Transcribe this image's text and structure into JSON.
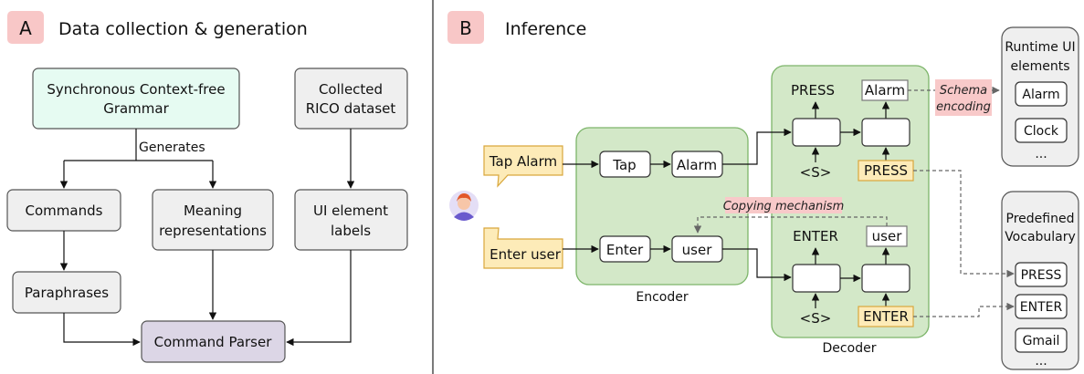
{
  "panel_a": {
    "letter": "A",
    "title": "Data collection & generation",
    "scfg": [
      "Synchronous Context-free",
      "Grammar"
    ],
    "rico": [
      "Collected",
      "RICO dataset"
    ],
    "generates": "Generates",
    "commands": "Commands",
    "meaning": [
      "Meaning",
      "representations"
    ],
    "ui_labels": [
      "UI element",
      "labels"
    ],
    "paraphrases": "Paraphrases",
    "parser": "Command Parser"
  },
  "panel_b": {
    "letter": "B",
    "title": "Inference",
    "input_1": "Tap Alarm",
    "input_2": "Enter user",
    "enc_tap": "Tap",
    "enc_alarm": "Alarm",
    "enc_enter": "Enter",
    "enc_user": "user",
    "encoder_label": "Encoder",
    "decoder_label": "Decoder",
    "press_out": "PRESS",
    "alarm_out": "Alarm",
    "start_token_1": "<S>",
    "press_in": "PRESS",
    "enter_out": "ENTER",
    "user_out": "user",
    "start_token_2": "<S>",
    "enter_in": "ENTER",
    "schema_note": [
      "Schema",
      "encoding"
    ],
    "copying_note": "Copying mechanism",
    "runtime_title": [
      "Runtime UI",
      "elements"
    ],
    "runtime_items": [
      "Alarm",
      "Clock"
    ],
    "runtime_more": "...",
    "vocab_title": [
      "Predefined",
      "Vocabulary"
    ],
    "vocab_items": [
      "PRESS",
      "ENTER",
      "Gmail"
    ],
    "vocab_more": "..."
  },
  "colors": {
    "letter_bg": "#f8c7c7",
    "scfg_fill": "#e6fbf2",
    "node_fill": "#efefef",
    "parser_fill": "#dcd6e6",
    "green_fill": "#d3e8c8",
    "green_stroke": "#7db56a",
    "input_fill": "#fdebb8",
    "input_stroke": "#d9a73c",
    "note_fill": "#f8c9c9"
  },
  "icons": [
    "user-avatar-icon"
  ]
}
